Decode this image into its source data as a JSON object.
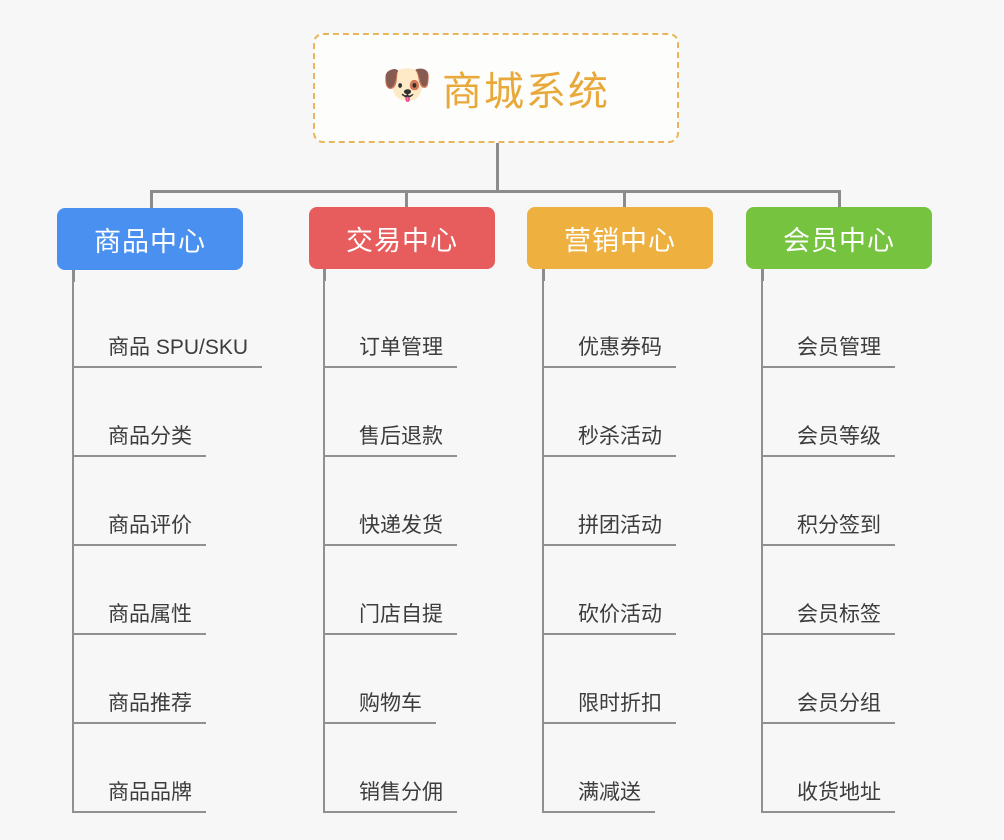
{
  "root": {
    "icon": "shiba-dog-face-icon",
    "emoji": "🐶",
    "title": "商城系统",
    "title_color": "#e8a93a",
    "border_color": "#eab55a",
    "background": "#fdfdfb"
  },
  "canvas": {
    "background": "#f7f7f7",
    "connector_color": "#8c8c8c"
  },
  "branches": [
    {
      "label": "商品中心",
      "color": "#4a90f0",
      "items": [
        "商品 SPU/SKU",
        "商品分类",
        "商品评价",
        "商品属性",
        "商品推荐",
        "商品品牌"
      ]
    },
    {
      "label": "交易中心",
      "color": "#e75c5c",
      "items": [
        "订单管理",
        "售后退款",
        "快递发货",
        "门店自提",
        "购物车",
        "销售分佣"
      ]
    },
    {
      "label": "营销中心",
      "color": "#eeb03f",
      "items": [
        "优惠券码",
        "秒杀活动",
        "拼团活动",
        "砍价活动",
        "限时折扣",
        "满减送"
      ]
    },
    {
      "label": "会员中心",
      "color": "#76c33f",
      "items": [
        "会员管理",
        "会员等级",
        "积分签到",
        "会员标签",
        "会员分组",
        "收货地址"
      ]
    }
  ]
}
